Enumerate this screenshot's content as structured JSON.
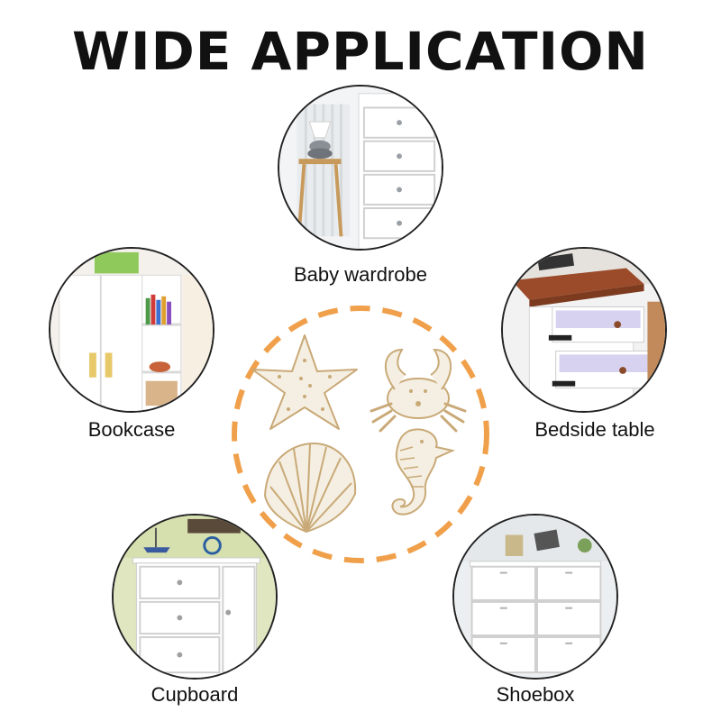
{
  "title": "WIDE APPLICATION",
  "applications": [
    {
      "label": "Baby wardrobe"
    },
    {
      "label": "Bookcase"
    },
    {
      "label": "Bedside table"
    },
    {
      "label": "Cupboard"
    },
    {
      "label": "Shoebox"
    }
  ],
  "colors": {
    "ring_dash": "#f0a04b",
    "frame": "#222222",
    "text": "#111111"
  },
  "icons": [
    "starfish-knob",
    "crab-knob",
    "seashell-knob",
    "seahorse-knob"
  ]
}
